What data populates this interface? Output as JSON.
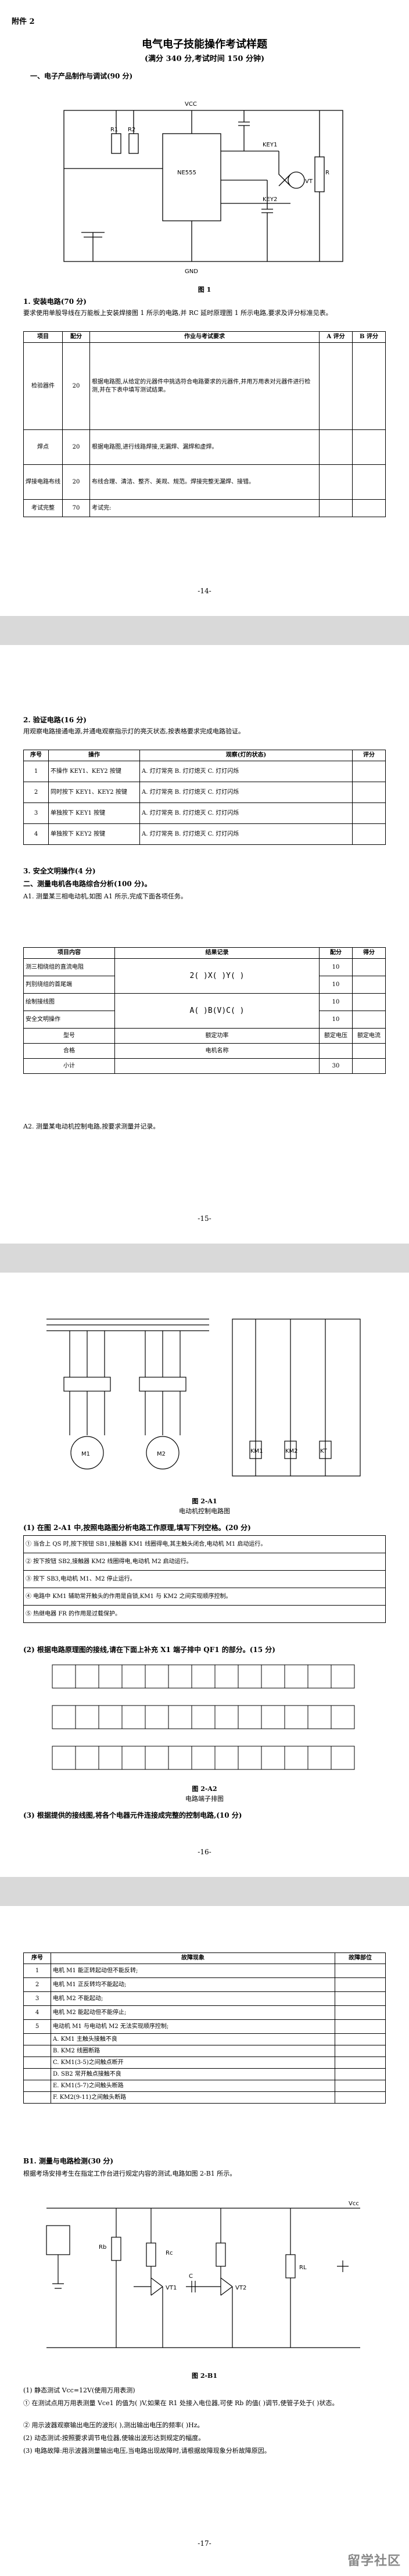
{
  "p1": {
    "attachment": "附件 2",
    "title": "电气电子技能操作考试样题",
    "subtitle": "(满分 340 分,考试时间 150 分钟)",
    "section1": "一、电子产品制作与调试(90 分)",
    "figure": "图 1",
    "task1": "1. 安装电路(70 分)",
    "task1_desc": "要求使用单股导线在万能板上安装焊接图 1 所示的电路,并 RC 延时原理图 1 所示电路,要求及评分标准见表。",
    "headers": [
      "项目",
      "配分",
      "作业与考试要求",
      "A 评分",
      "B 评分"
    ],
    "rows": [
      {
        "item": "检验器件",
        "score": "20",
        "req": "根据电路图,从给定的元器件中挑选符合电路要求的元器件,并用万用表对元器件进行检测,并在下表中填写测试结果。"
      },
      {
        "item": "焊点",
        "score": "20",
        "req": "根据电路图,进行线路焊接,无漏焊、漏焊和虚焊。"
      },
      {
        "item": "焊接电路布线",
        "score": "20",
        "req": "布线合理、清洁、整齐、美观、规范。焊接完整无漏焊、接错。"
      },
      {
        "item": "考试完整",
        "score": "70",
        "req": "考试完:"
      }
    ],
    "page_no": "-14-"
  },
  "p2": {
    "task2": "2. 验证电路(16 分)",
    "task2_desc": "用观察电路接通电源,并通电观察指示灯的亮灭状态,按表格要求完成电路验证。",
    "headers": [
      "序号",
      "操作",
      "观察(灯的状态)",
      "评分"
    ],
    "rows": [
      {
        "no": "1",
        "op": "不操作 KEY1、KEY2 按键",
        "obs": "A. 灯灯常亮  B. 灯灯熄灭  C. 灯灯闪烁"
      },
      {
        "no": "2",
        "op": "同时按下 KEY1、KEY2 按键",
        "obs": "A. 灯灯常亮  B. 灯灯熄灭  C. 灯灯闪烁"
      },
      {
        "no": "3",
        "op": "单独按下 KEY1 按键",
        "obs": "A. 灯灯常亮  B. 灯灯熄灭  C. 灯灯闪烁"
      },
      {
        "no": "4",
        "op": "单独按下 KEY2 按键",
        "obs": "A. 灯灯常亮  B. 灯灯熄灭  C. 灯灯闪烁"
      }
    ],
    "section3": "3. 安全文明操作(4 分)",
    "section2": "二、测量电机各电路综合分析(100 分)。",
    "intro1": "A1. 测量某三相电动机,如图 A1 所示,完成下面各项任务。",
    "intro2": "A2. 测量某电动机控制电路,按要求测量并记录。",
    "small_headers": [
      "项目内容",
      "结果记录",
      "配分",
      "得分"
    ],
    "small_rows": [
      "测三相绕组的直流电阻",
      "判别绕组的首尾端",
      "绘制接线图",
      "安全文明操作"
    ],
    "small_scores": [
      "10",
      "10",
      "10",
      "10"
    ],
    "formula1": "2(    )X(    )Y(    )",
    "formula2": "A(    )B(V)C(    )",
    "nameplate_headers": [
      "型号",
      "额定功率",
      "额定电压",
      "额定电流"
    ],
    "nameplate_row": [
      "合格",
      "电机名称",
      "",
      ""
    ],
    "total_label": "小计",
    "total_score": "30",
    "page_no": "-15-"
  },
  "p3": {
    "figure1": "图 2-A1",
    "figure1_sub": "电动机控制电路图",
    "q1": "(1) 在图 2-A1 中,按照电路图分析电路工作原理,填写下列空格。(20 分)",
    "fill_rows": [
      "① 当合上 QS 时,按下按钮 SB1,接触器 KM1 线圈得电,其主触头闭合,电动机 M1 启动运行。",
      "② 按下按钮 SB2,接触器 KM2 线圈得电,电动机 M2 启动运行。",
      "③ 按下 SB3,电动机 M1、M2 停止运行。",
      "④ 电路中 KM1 辅助常开触头的作用是自锁,KM1 与 KM2 之间实现顺序控制。",
      "⑤ 热继电器 FR 的作用是过载保护。"
    ],
    "q2": "(2) 根据电路原理图的接线,请在下面上补充 X1 端子排中 QF1 的部分。(15 分)",
    "figure2": "图 2-A2",
    "figure2_sub": "电路端子排图",
    "q3": "(3) 根据提供的接线图,将各个电器元件连接成完整的控制电路,(10 分)",
    "page_no": "-16-"
  },
  "p4": {
    "headers": [
      "序号",
      "故障现象",
      "故障部位"
    ],
    "rows": [
      {
        "no": "1",
        "desc": "电机 M1 能正转起动但不能反转;"
      },
      {
        "no": "2",
        "desc": "电机 M1 正反转均不能起动;"
      },
      {
        "no": "3",
        "desc": "电机 M2 不能起动;"
      },
      {
        "no": "4",
        "desc": "电机 M2 能起动但不能停止;"
      },
      {
        "no": "5",
        "desc": "电动机 M1 与电动机 M2 无法实现顺序控制;"
      }
    ],
    "extra_rows": [
      "A. KM1 主触头接触不良",
      "B. KM2 线圈断路",
      "C. KM1(3-5)之间触点断开",
      "D. SB2 常开触点接触不良",
      "E. KM1(5-7)之间触头断路",
      "F. KM2(9-11)之间触头断路"
    ],
    "section": "B1. 测量与电路检测(30 分)",
    "desc": "根据考场安排考生在指定工作台进行规定内容的测试,电路如图 2-B1 所示。",
    "figure": "图 2-B1",
    "answers": [
      "(1) 静态测试 Vcc=12V(使用万用表测)",
      "① 在测试点用万用表测量 Vce1 的值为(    )V,如果在 R1 处接入电位器,可使 Rb 的值(    )调节,使管子处于(    )状态。",
      "② 用示波器观察输出电压的波形(    ),测出输出电压的频率(    )Hz。",
      "(2) 动态测试:按照要求调节电位器,使输出波形达到规定的幅度。",
      "(3) 电路故障:用示波器测量输出电压,当电路出现故障时,请根据故障现象分析故障原因。"
    ],
    "page_no": "-17-",
    "watermark": "留学社区"
  }
}
